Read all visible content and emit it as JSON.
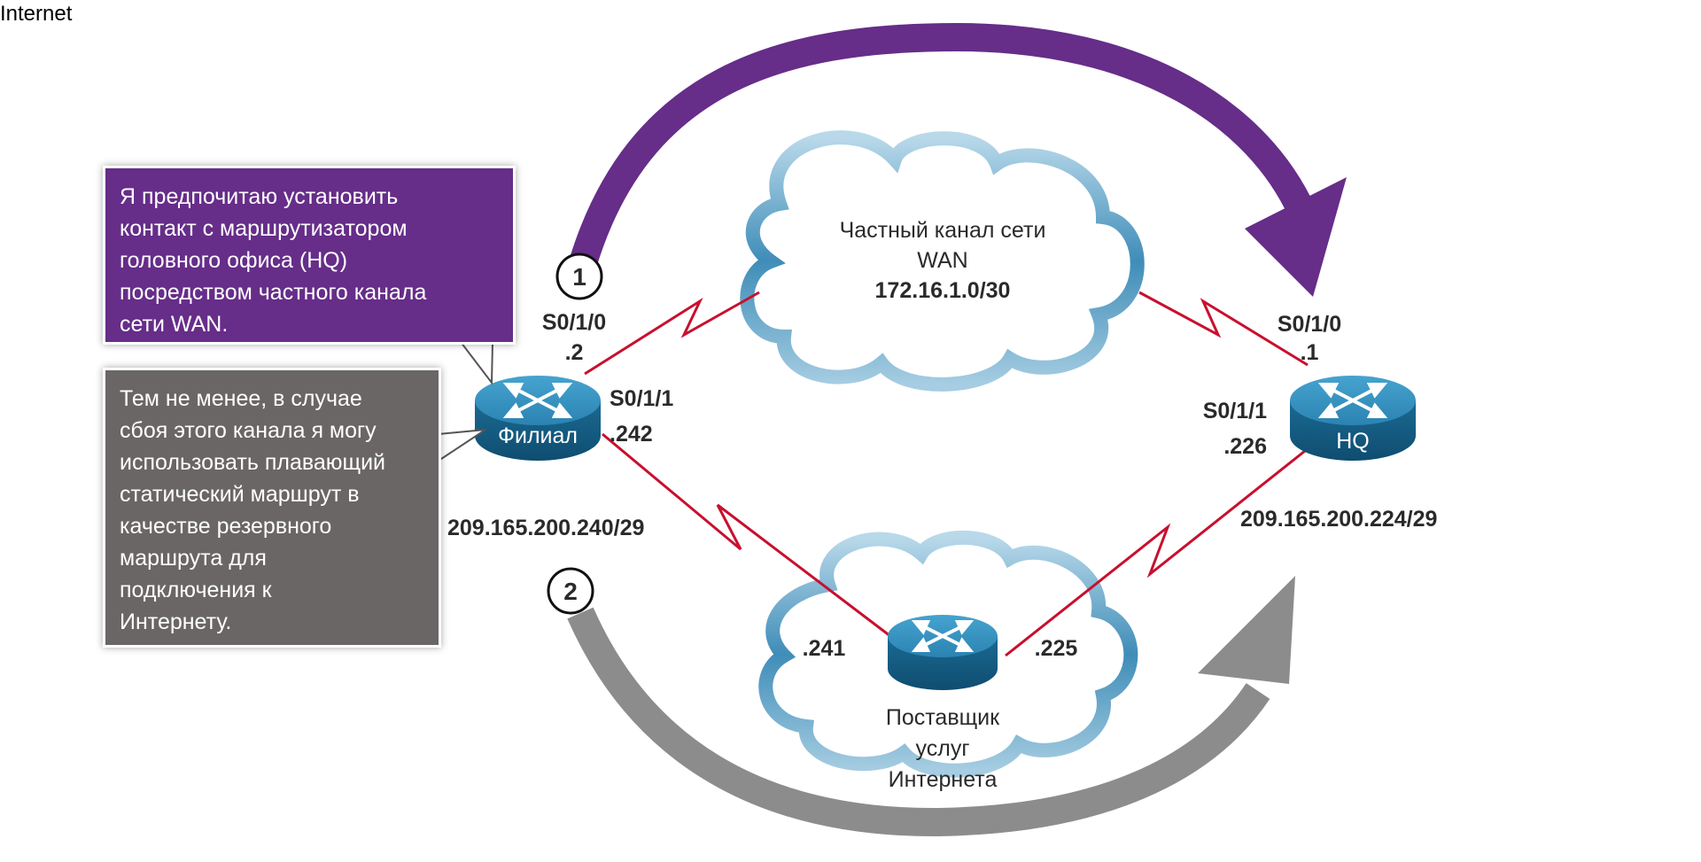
{
  "header": {
    "title": "Internet"
  },
  "callouts": {
    "primary": {
      "lines": [
        "Я предпочитаю установить",
        "контакт с маршрутизатором",
        "головного офиса (HQ)",
        "посредством частного канала",
        "сети WAN."
      ]
    },
    "backup": {
      "lines": [
        "Тем не менее, в случае",
        "сбоя этого канала я могу",
        "использовать плавающий",
        "статический маршрут в",
        "качестве резервного",
        "маршрута для",
        "подключения к",
        "Интернету."
      ]
    }
  },
  "steps": {
    "step1": "1",
    "step2": "2"
  },
  "clouds": {
    "wan": {
      "line1": "Частный канал сети",
      "line2": "WAN",
      "network": "172.16.1.0/30"
    },
    "isp": {
      "line1": "Поставщик",
      "line2": "услуг",
      "line3": "Интернета",
      "left_ip": ".241",
      "right_ip": ".225"
    }
  },
  "routers": {
    "branch": {
      "name": "Филиал",
      "if1": "S0/1/0",
      "ip1": ".2",
      "if2": "S0/1/1",
      "ip2": ".242",
      "network": "209.165.200.240/29"
    },
    "hq": {
      "name": "HQ",
      "if1": "S0/1/0",
      "ip1": ".1",
      "if2": "S0/1/1",
      "ip2": ".226",
      "network": "209.165.200.224/29"
    }
  },
  "colors": {
    "primary_path": "#662d89",
    "backup_path": "#8c8c8c",
    "link": "#c8102e",
    "router": "#1e6f96",
    "cloud_stroke": "#3d8ab3"
  }
}
